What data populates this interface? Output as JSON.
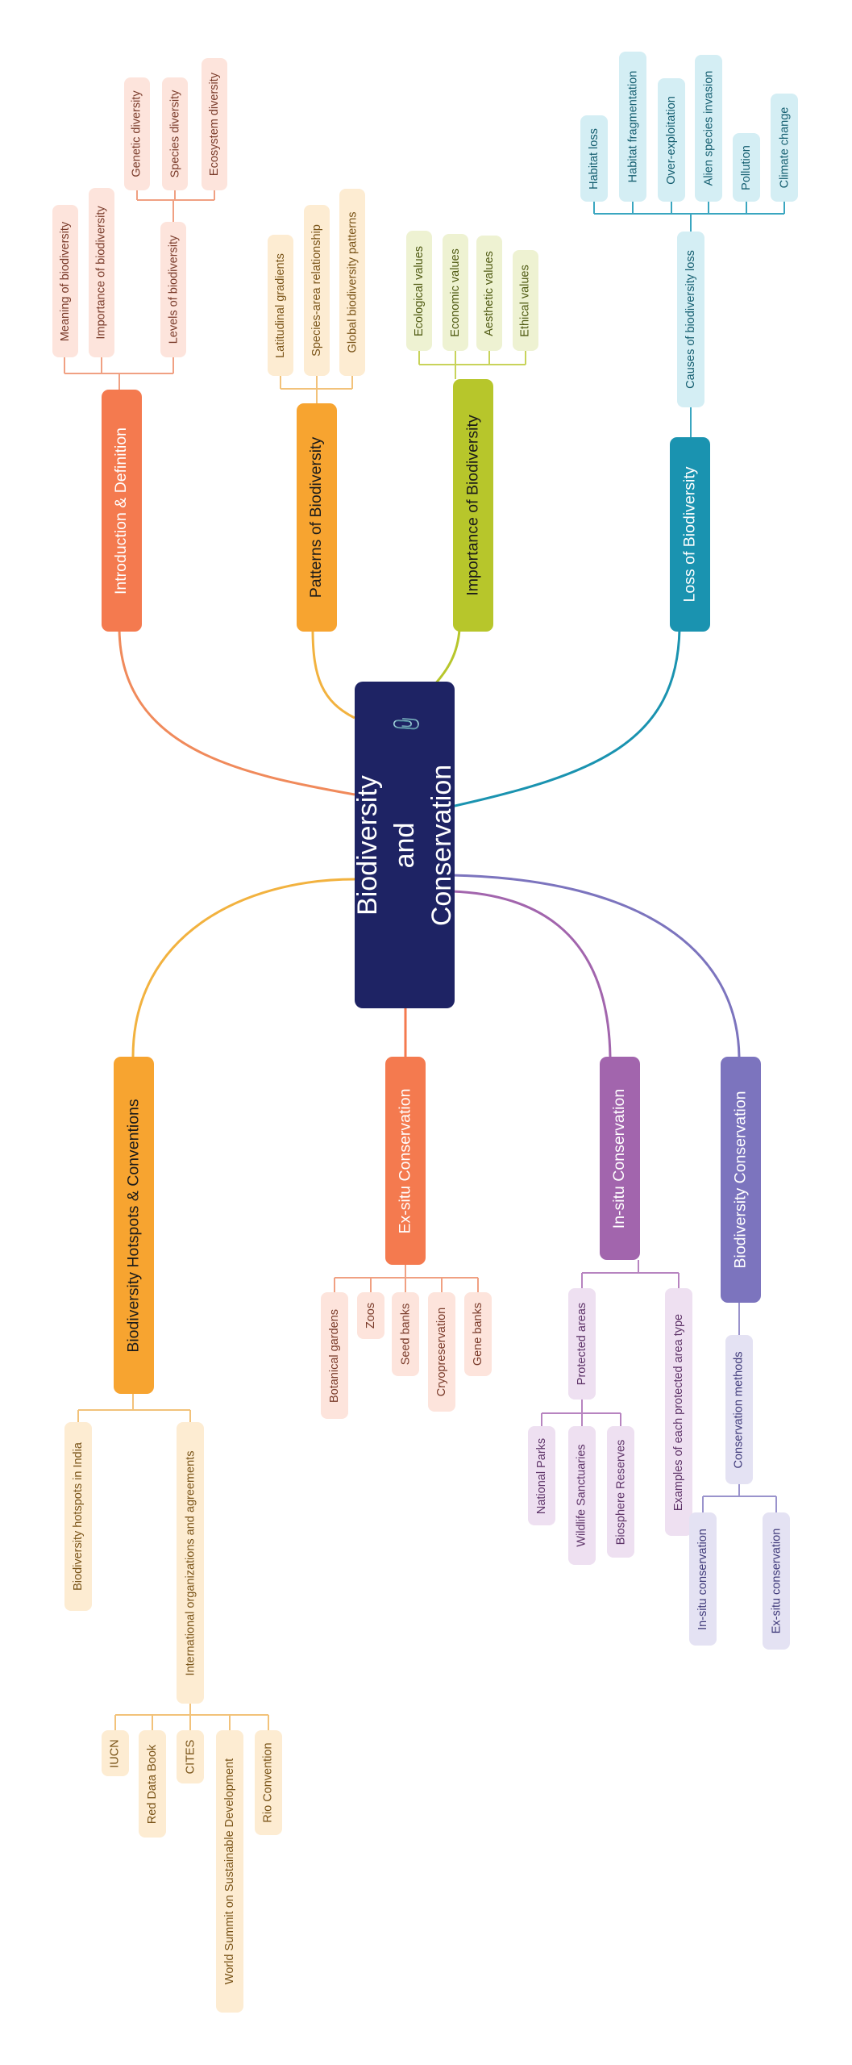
{
  "central_topic": "Biodiversity and Conservation",
  "central_icon": "attachment-icon",
  "colors": {
    "central": "#1e2364",
    "introduction": "#f47a4f",
    "patterns": "#f7a430",
    "importance": "#b7c62b",
    "loss": "#1a93b0",
    "hotspots": "#f7a430",
    "exsitu": "#f47a4f",
    "insitu": "#a265ad",
    "conservation": "#7c74be"
  },
  "branches": {
    "introduction": {
      "title": "Introduction & Definition",
      "children": {
        "meaning": "Meaning of biodiversity",
        "importance": "Importance of biodiversity",
        "levels": {
          "title": "Levels of biodiversity",
          "children": [
            "Genetic diversity",
            "Species diversity",
            "Ecosystem diversity"
          ]
        }
      }
    },
    "patterns": {
      "title": "Patterns of Biodiversity",
      "children": [
        "Latitudinal gradients",
        "Species-area relationship",
        "Global biodiversity patterns"
      ]
    },
    "importance": {
      "title": "Importance of Biodiversity",
      "children": [
        "Ecological values",
        "Economic values",
        "Aesthetic values",
        "Ethical values"
      ]
    },
    "loss": {
      "title": "Loss of Biodiversity",
      "causes": {
        "title": "Causes of biodiversity loss",
        "children": [
          "Habitat loss",
          "Habitat fragmentation",
          "Over-exploitation",
          "Alien species invasion",
          "Pollution",
          "Climate change"
        ]
      }
    },
    "hotspots": {
      "title": "Biodiversity Hotspots & Conventions",
      "india": "Biodiversity hotspots in India",
      "international": {
        "title": "International organizations and agreements",
        "children": [
          "IUCN",
          "Red Data Book",
          "CITES",
          "World Summit on Sustainable Development",
          "Rio Convention"
        ]
      }
    },
    "exsitu": {
      "title": "Ex-situ Conservation",
      "children": [
        "Botanical gardens",
        "Zoos",
        "Seed banks",
        "Cryopreservation",
        "Gene banks"
      ]
    },
    "insitu": {
      "title": "In-situ Conservation",
      "protected": {
        "title": "Protected areas",
        "children": [
          "National Parks",
          "Wildlife Sanctuaries",
          "Biosphere Reserves"
        ]
      },
      "examples": "Examples of each protected area type"
    },
    "conservation": {
      "title": "Biodiversity Conservation",
      "methods": {
        "title": "Conservation methods",
        "children": [
          "In-situ conservation",
          "Ex-situ conservation"
        ]
      }
    }
  }
}
